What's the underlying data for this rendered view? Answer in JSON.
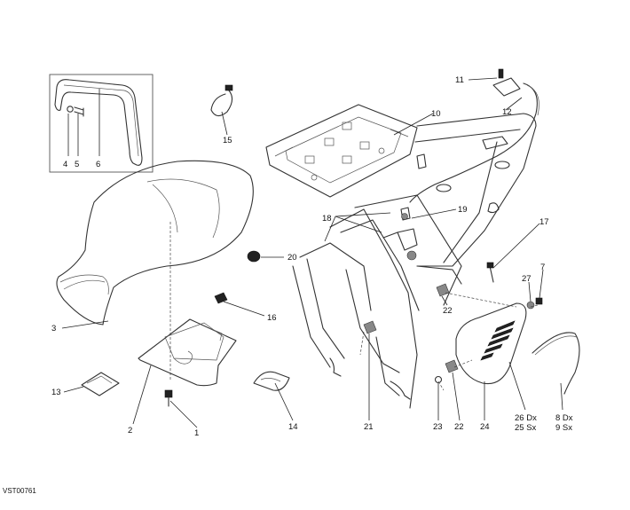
{
  "drawing_code": "VST00761",
  "callouts": {
    "c1": "1",
    "c2": "2",
    "c3": "3",
    "c4": "4",
    "c5": "5",
    "c6": "6",
    "c7": "7",
    "c8": "8 Dx",
    "c9": "9 Sx",
    "c10": "10",
    "c11": "11",
    "c12": "12",
    "c13": "13",
    "c14": "14",
    "c15": "15",
    "c16": "16",
    "c17": "17",
    "c18": "18",
    "c19": "19",
    "c20": "20",
    "c21": "21",
    "c22a": "22",
    "c22b": "22",
    "c23": "23",
    "c24": "24",
    "c25": "25 Sx",
    "c26": "26 Dx",
    "c27": "27"
  }
}
